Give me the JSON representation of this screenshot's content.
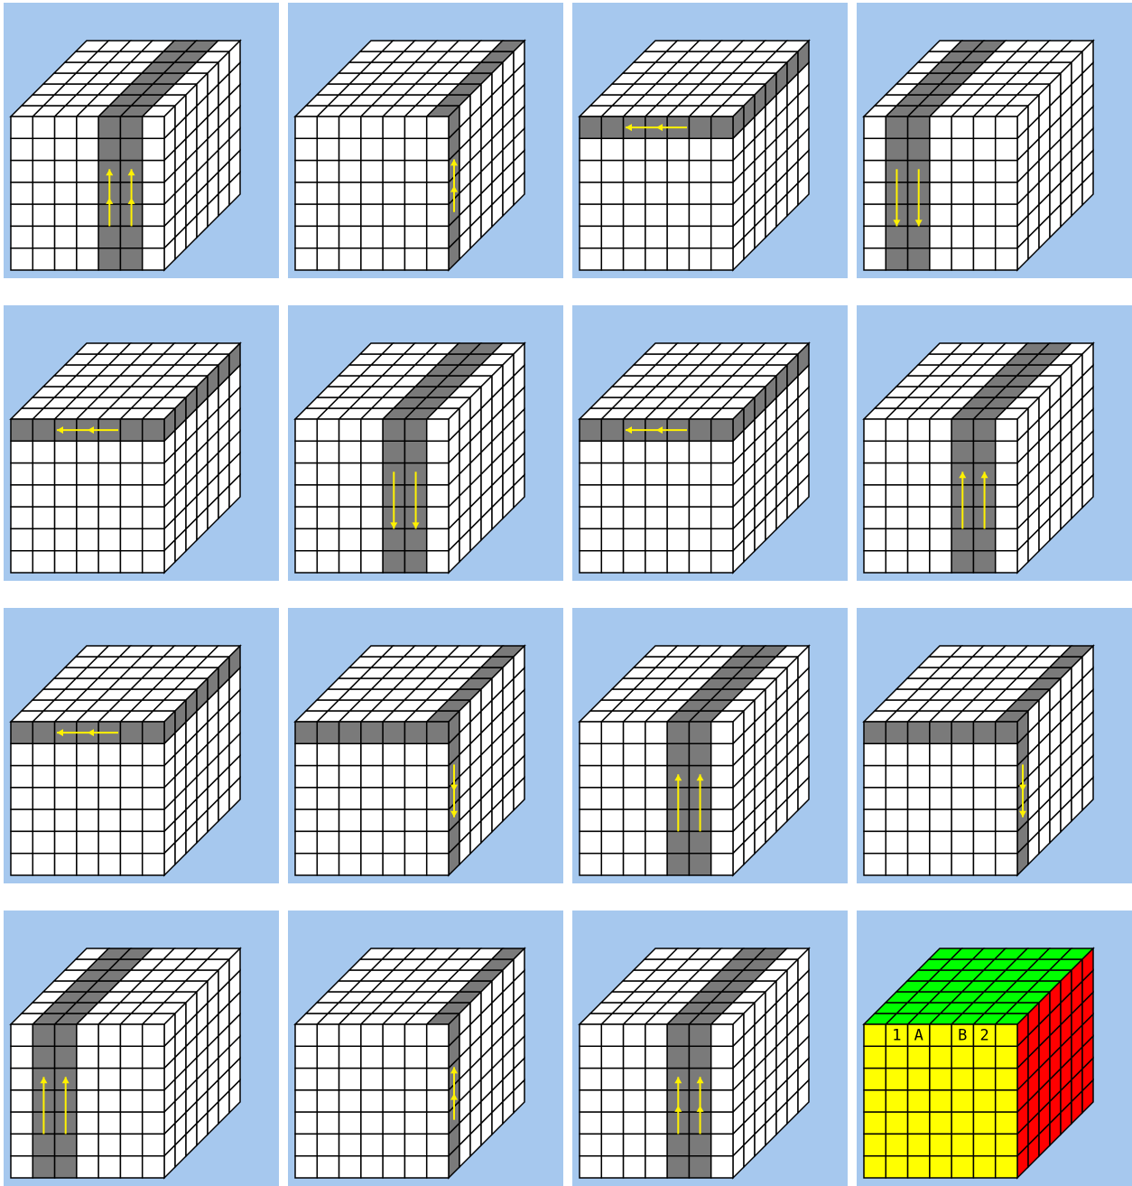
{
  "colors": {
    "panel_background": "#A6C8EE",
    "sticker": "#FFFFFF",
    "highlight": "#7A7A7A",
    "grid_line": "#000000",
    "arrow": "#FFF200",
    "solved_top": "#00FF00",
    "solved_front": "#FFFF00",
    "solved_right": "#FF0000"
  },
  "cube_size": 7,
  "panels": [
    {
      "highlight": {
        "type": "front-columns",
        "indices": [
          4,
          5
        ]
      },
      "arrows": [
        {
          "dir": "up",
          "double": true
        }
      ]
    },
    {
      "highlight": {
        "type": "right-front-col"
      },
      "arrows": [
        {
          "dir": "up",
          "double": true
        }
      ]
    },
    {
      "highlight": {
        "type": "front-top-row"
      },
      "arrows": [
        {
          "dir": "left",
          "double": true
        }
      ]
    },
    {
      "highlight": {
        "type": "front-columns",
        "indices": [
          1,
          2
        ]
      },
      "arrows": [
        {
          "dir": "down",
          "double": false
        }
      ]
    },
    {
      "highlight": {
        "type": "front-top-row"
      },
      "arrows": [
        {
          "dir": "left",
          "double": true
        }
      ]
    },
    {
      "highlight": {
        "type": "front-columns",
        "indices": [
          4,
          5
        ]
      },
      "arrows": [
        {
          "dir": "down",
          "double": false
        }
      ]
    },
    {
      "highlight": {
        "type": "front-top-row"
      },
      "arrows": [
        {
          "dir": "left",
          "double": true
        }
      ]
    },
    {
      "highlight": {
        "type": "front-columns",
        "indices": [
          4,
          5
        ]
      },
      "arrows": [
        {
          "dir": "up",
          "double": false
        }
      ]
    },
    {
      "highlight": {
        "type": "front-top-row"
      },
      "arrows": [
        {
          "dir": "left",
          "double": true
        }
      ]
    },
    {
      "highlight": {
        "type": "front-top-row-inverse"
      },
      "arrows": [
        {
          "dir": "down",
          "double": true
        }
      ]
    },
    {
      "highlight": {
        "type": "front-columns",
        "indices": [
          4,
          5
        ]
      },
      "arrows": [
        {
          "dir": "up",
          "double": false
        }
      ]
    },
    {
      "highlight": {
        "type": "front-top-row-inverse"
      },
      "arrows": [
        {
          "dir": "down",
          "double": true
        }
      ]
    },
    {
      "highlight": {
        "type": "front-columns",
        "indices": [
          1,
          2
        ]
      },
      "arrows": [
        {
          "dir": "up",
          "double": false
        }
      ]
    },
    {
      "highlight": {
        "type": "right-front-col"
      },
      "arrows": [
        {
          "dir": "up",
          "double": true
        }
      ]
    },
    {
      "highlight": {
        "type": "front-columns",
        "indices": [
          4,
          5
        ]
      },
      "arrows": [
        {
          "dir": "up",
          "double": true
        }
      ]
    },
    {
      "highlight": {
        "type": "solved"
      },
      "arrows": [],
      "labels": [
        "1",
        "A",
        "B",
        "2"
      ]
    }
  ]
}
